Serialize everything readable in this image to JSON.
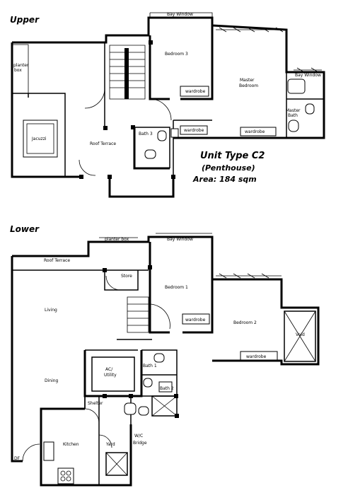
{
  "headings": {
    "upper": "Upper",
    "lower": "Lower"
  },
  "unit_info": {
    "type": "Unit Type C2",
    "subtitle": "(Penthouse)",
    "area": "Area: 184 sqm"
  },
  "upper_labels": {
    "bay_window_1": "Bay Window",
    "bedroom3": "Bedroom 3",
    "master_bedroom_1": "Master",
    "master_bedroom_2": "Bedroom",
    "bay_window_2": "Bay Window",
    "wardrobe_1": "wardrobe",
    "wardrobe_2": "wardrobe",
    "wardrobe_3": "wardrobe",
    "roof_terrace": "Roof Terrace",
    "jacuzzi": "Jacuzzi",
    "planter_1": "planter",
    "planter_2": "box",
    "bath3": "Bath 3",
    "master_bath": "Master",
    "master_bath_2": "Bath"
  },
  "lower_labels": {
    "planter_box": "planter box",
    "bay_window_3": "Bay Window",
    "roof_terrace_2": "Roof Terrace",
    "store": "Store",
    "living": "Living",
    "bedroom1": "Bedroom 1",
    "bedroom2": "Bedroom 2",
    "wardrobe_4": "wardrobe",
    "wardrobe_5": "wardrobe",
    "void": "Void",
    "dining": "Dining",
    "ac_utility_1": "AC/",
    "ac_utility_2": "Utility",
    "bath1": "Bath 1",
    "bath2": "Bath 2",
    "shelter": "Shelter",
    "kitchen": "Kitchen",
    "yard": "Yard",
    "wc_bridge_1": "W/C",
    "wc_bridge_2": "Bridge",
    "df": "DF"
  }
}
